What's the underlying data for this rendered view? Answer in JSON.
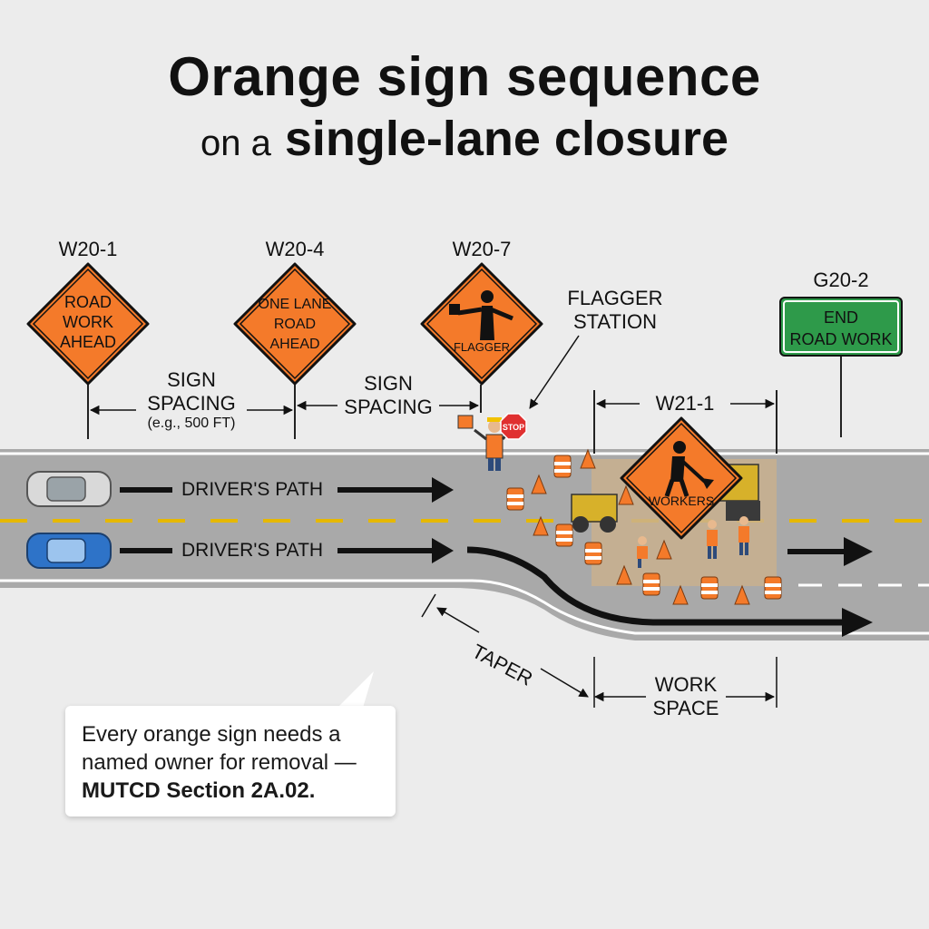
{
  "title": {
    "line1": "Orange sign sequence",
    "line2_prefix": "on a",
    "line2_main": "single-lane closure"
  },
  "signs": [
    {
      "code": "W20-1",
      "text": [
        "ROAD",
        "WORK",
        "AHEAD"
      ]
    },
    {
      "code": "W20-4",
      "text": [
        "ONE LANE",
        "ROAD",
        "AHEAD"
      ]
    },
    {
      "code": "W20-7",
      "text": [
        "FLAGGER"
      ]
    },
    {
      "code": "W21-1",
      "text": [
        "WORKERS"
      ]
    },
    {
      "code": "G20-2",
      "text": [
        "END",
        "ROAD WORK"
      ]
    }
  ],
  "labels": {
    "sign_spacing_1": [
      "SIGN",
      "SPACING"
    ],
    "sign_spacing_example": "(e.g., 500 FT)",
    "sign_spacing_2": [
      "SIGN",
      "SPACING"
    ],
    "flagger_station": [
      "FLAGGER",
      "STATION"
    ],
    "drivers_path": "DRIVER'S PATH",
    "taper": "TAPER",
    "work_space": [
      "WORK",
      "SPACE"
    ],
    "stop_paddle": "STOP"
  },
  "note": {
    "line1": "Every orange sign needs a",
    "line2": "named owner for removal —",
    "line3": "MUTCD Section 2A.02."
  },
  "colors": {
    "sign_orange": "#f47a2a",
    "guide_green": "#2e9a4a",
    "road": "#a9a9a9",
    "lane_line": "#e6b800"
  }
}
